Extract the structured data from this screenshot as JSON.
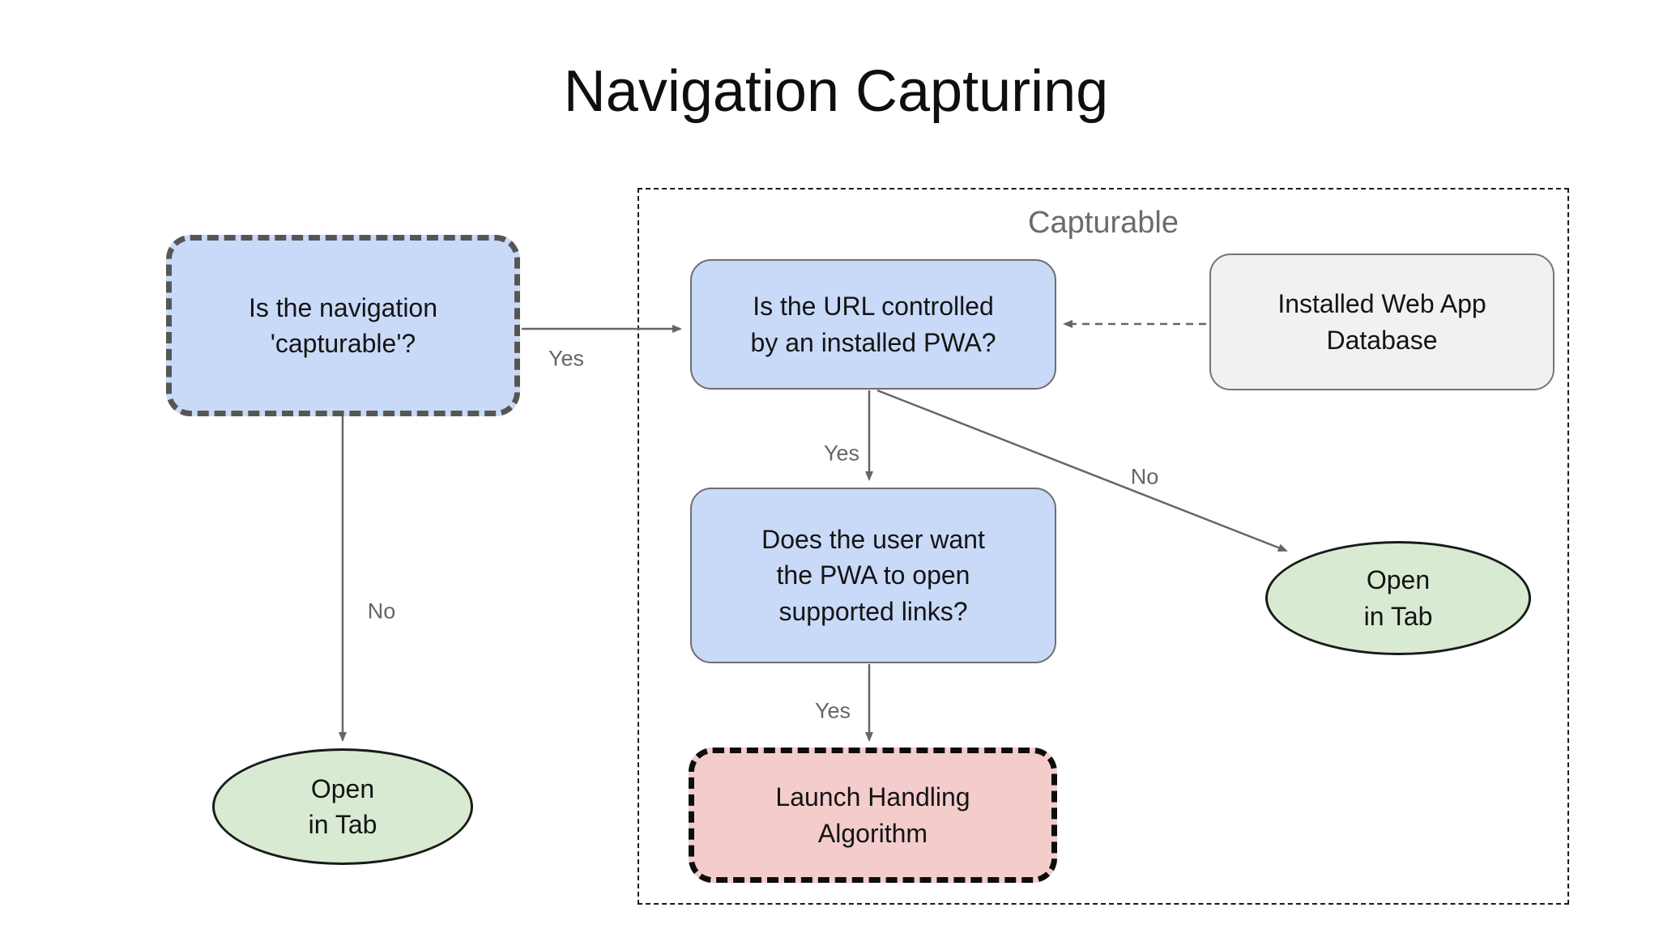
{
  "title": "Navigation Capturing",
  "group": {
    "label": "Capturable"
  },
  "nodes": {
    "capturable_question": {
      "text": "Is the navigation\n'capturable'?"
    },
    "url_question": {
      "text": "Is the URL controlled\nby an installed PWA?"
    },
    "database": {
      "text": "Installed Web App\nDatabase"
    },
    "user_want": {
      "text": "Does the user want\nthe PWA to open\nsupported links?"
    },
    "launch_handling": {
      "text": "Launch Handling\nAlgorithm"
    },
    "open_in_tab_left": {
      "text": "Open\nin Tab"
    },
    "open_in_tab_right": {
      "text": "Open\nin Tab"
    }
  },
  "edge_labels": {
    "capturable_yes": "Yes",
    "capturable_no": "No",
    "url_yes": "Yes",
    "url_no": "No",
    "user_yes": "Yes"
  },
  "colors": {
    "node_blue": "#c9daf8",
    "node_green": "#d9ead3",
    "node_red": "#f4cccc",
    "node_gray": "#f1f1f3",
    "arrow_gray": "#666666",
    "dashed_border_dark": "#565656",
    "group_border": "#1a1a1a",
    "text": "#141414"
  }
}
